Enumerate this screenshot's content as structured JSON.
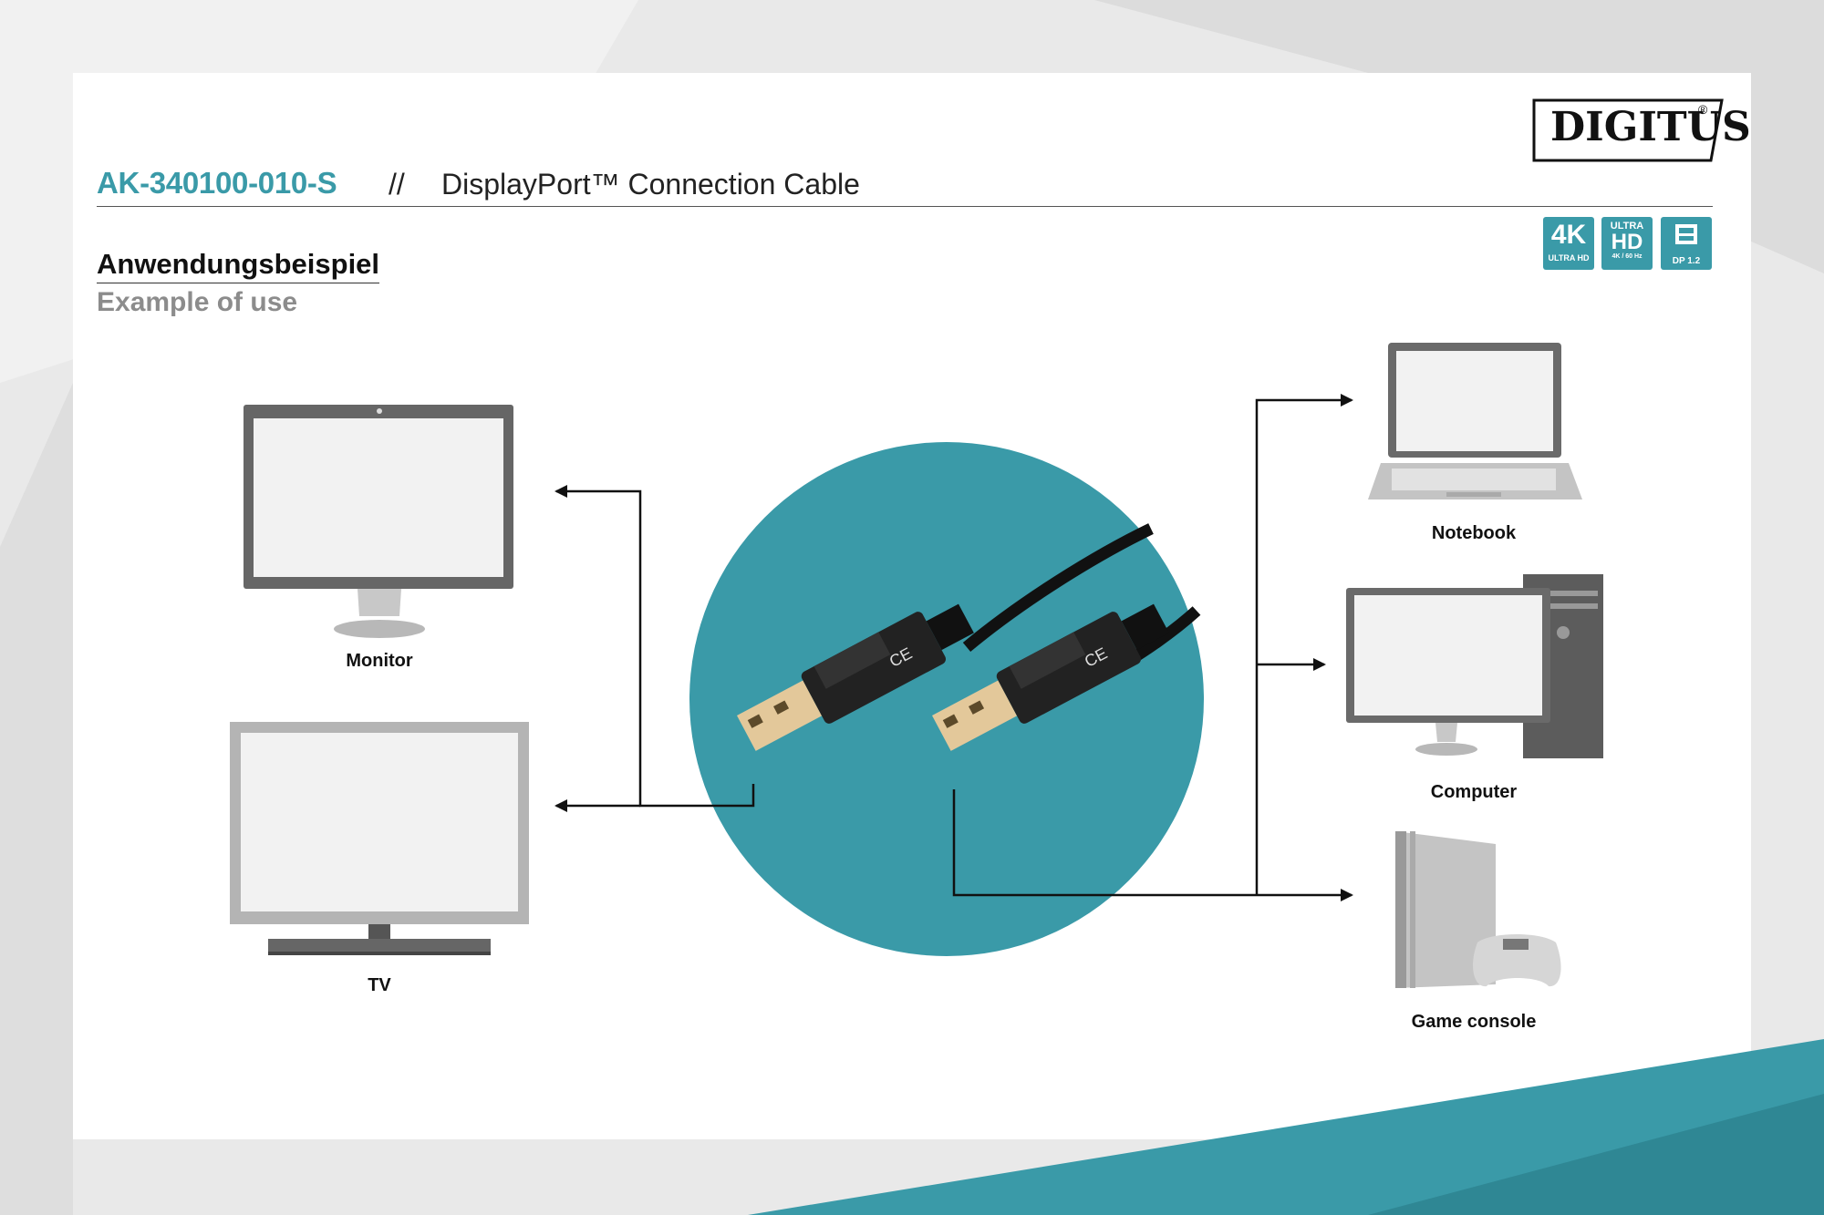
{
  "header": {
    "model": "AK-340100-010-S",
    "separator": "//",
    "title": "DisplayPort™ Connection Cable"
  },
  "brand": {
    "logo_text": "DIGITUS",
    "registered_mark": "®"
  },
  "badges": [
    {
      "icon": "4k-ultra-hd-icon",
      "main": "4K",
      "sub": "ULTRA HD"
    },
    {
      "icon": "ultra-hd-icon",
      "top": "ULTRA",
      "main": "HD",
      "sub": "4K / 60 Hz"
    },
    {
      "icon": "displayport-icon",
      "sub": "DP 1.2"
    }
  ],
  "section": {
    "heading_de": "Anwendungsbeispiel",
    "heading_en": "Example of use"
  },
  "devices": {
    "left": [
      {
        "icon": "monitor-icon",
        "label": "Monitor"
      },
      {
        "icon": "tv-icon",
        "label": "TV"
      }
    ],
    "right": [
      {
        "icon": "notebook-icon",
        "label": "Notebook"
      },
      {
        "icon": "computer-icon",
        "label": "Computer"
      },
      {
        "icon": "game-console-icon",
        "label": "Game console"
      }
    ]
  },
  "center": {
    "icon": "displayport-cable-icon",
    "connector_mark": "CE"
  },
  "colors": {
    "accent": "#3a9aa8",
    "text": "#111111",
    "muted": "#8c8c8c"
  }
}
